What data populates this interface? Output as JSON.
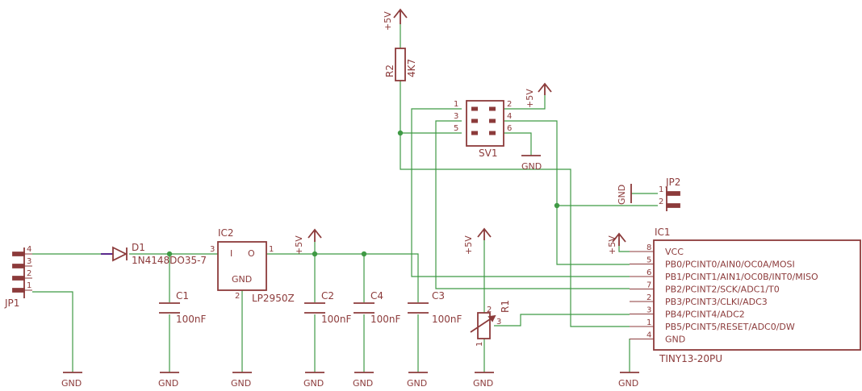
{
  "components": {
    "jp1": {
      "ref": "JP1",
      "pins": [
        "4",
        "3",
        "2",
        "1"
      ]
    },
    "d1": {
      "ref": "D1",
      "value": "1N4148DO35-7"
    },
    "ic2": {
      "ref": "IC2",
      "value": "LP2950Z",
      "pin_i": "I",
      "pin_o": "O",
      "gnd_label": "GND",
      "pin1": "1",
      "pin2": "2",
      "pin3": "3"
    },
    "c1": {
      "ref": "C1",
      "value": "100nF"
    },
    "c2": {
      "ref": "C2",
      "value": "100nF"
    },
    "c3": {
      "ref": "C3",
      "value": "100nF"
    },
    "c4": {
      "ref": "C4",
      "value": "100nF"
    },
    "r1": {
      "ref": "R1",
      "pin1": "1",
      "pin2": "2",
      "pin3": "3"
    },
    "r2": {
      "ref": "R2",
      "value": "4K7"
    },
    "sv1": {
      "ref": "SV1",
      "pins_left": [
        "1",
        "3",
        "5"
      ],
      "pins_right": [
        "2",
        "4",
        "6"
      ]
    },
    "jp2": {
      "ref": "JP2",
      "pin1": "1",
      "pin2": "2"
    },
    "ic1": {
      "ref": "IC1",
      "value": "TINY13-20PU",
      "pins": [
        {
          "num": "8",
          "name": "VCC"
        },
        {
          "num": "5",
          "name": "PB0/PCINT0/AIN0/OC0A/MOSI"
        },
        {
          "num": "6",
          "name": "PB1/PCINT1/AIN1/OC0B/INT0/MISO"
        },
        {
          "num": "7",
          "name": "PB2/PCINT2/SCK/ADC1/T0"
        },
        {
          "num": "2",
          "name": "PB3/PCINT3/CLKI/ADC3"
        },
        {
          "num": "3",
          "name": "PB4/PCINT4/ADC2"
        },
        {
          "num": "1",
          "name": "PB5/PCINT5/RESET/ADC0/DW"
        },
        {
          "num": "4",
          "name": "GND"
        }
      ]
    }
  },
  "supply_labels": {
    "vcc_r2": "+5V",
    "vcc_sv1": "+5V",
    "vcc_ic2_out": "+5V",
    "vcc_r1": "+5V",
    "vcc_ic1": "+5V",
    "gnd_sv1": "GND",
    "gnd_jp2": "GND",
    "gnd_jp1": "GND",
    "gnd_c1": "GND",
    "gnd_ic2": "GND",
    "gnd_c2": "GND",
    "gnd_c4": "GND",
    "gnd_c3": "GND",
    "gnd_r1": "GND",
    "gnd_ic1": "GND"
  },
  "colors": {
    "wire": "#3f9a45",
    "symbol": "#8c3b3b",
    "diode": "#5a2a8c",
    "background": "#ffffff"
  }
}
